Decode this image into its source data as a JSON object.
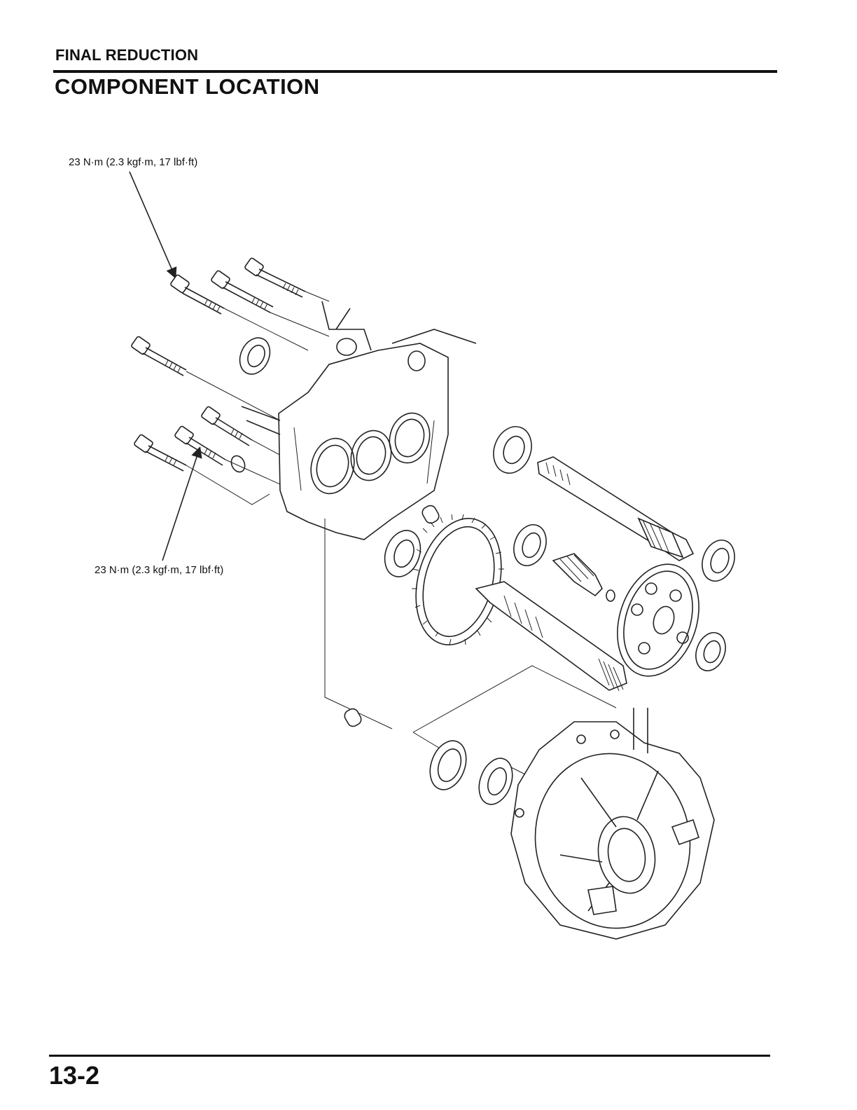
{
  "header": {
    "section": "FINAL REDUCTION",
    "title": "COMPONENT LOCATION"
  },
  "callouts": {
    "torque_upper": "23 N·m (2.3 kgf·m, 17 lbf·ft)",
    "torque_lower": "23 N·m (2.3 kgf·m, 17 lbf·ft)"
  },
  "footer": {
    "page_number": "13-2"
  }
}
